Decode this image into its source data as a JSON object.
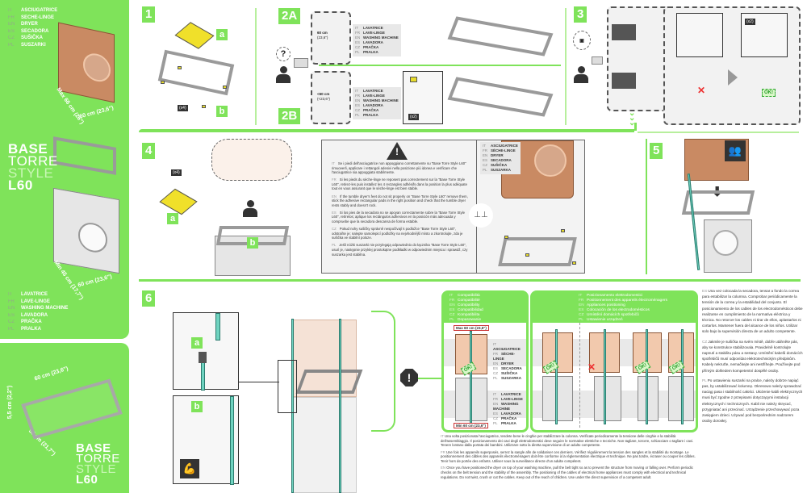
{
  "left_panel": {
    "dryer_labels": [
      {
        "code": "IT",
        "label": "ASCIUGATRICE"
      },
      {
        "code": "FR",
        "label": "SECHE-LINGE"
      },
      {
        "code": "EN",
        "label": "DRYER"
      },
      {
        "code": "ES",
        "label": "SECADORA"
      },
      {
        "code": "CZ",
        "label": "SUŠIČKA"
      },
      {
        "code": "PL",
        "label": "SUSZARKI"
      }
    ],
    "dryer_depth": "Max 66 cm (26\")",
    "dryer_width": "60 cm (23,6\")",
    "base_title": [
      "BASE",
      "TORRE",
      "STYLE",
      "L60"
    ],
    "washer_depth": "Min 45 cm (17,7\")",
    "washer_width": "60 cm (23,6\")",
    "washer_labels": [
      {
        "code": "IT",
        "label": "LAVATRICE"
      },
      {
        "code": "FR",
        "label": "LAVE-LINGE"
      },
      {
        "code": "EN",
        "label": "WASHING MACHINE"
      },
      {
        "code": "ES",
        "label": "LAVADORA"
      },
      {
        "code": "CZ",
        "label": "PRAČKA"
      },
      {
        "code": "PL",
        "label": "PRALKA"
      }
    ]
  },
  "base_panel": {
    "width": "60 cm (23,6\")",
    "height": "5,5 cm (2,2\")",
    "depth": "55 cm (21,7\")",
    "title": [
      "BASE",
      "TORRE",
      "STYLE",
      "L60"
    ]
  },
  "steps": {
    "s1": {
      "num": "1",
      "letters": [
        "a",
        "b"
      ],
      "qty": "(x4)"
    },
    "s2a": {
      "num": "2A",
      "width": "60 cm",
      "width_in": "(23,6\")"
    },
    "s2b": {
      "num": "2B",
      "width": "<60 cm",
      "width_in": "(<23,6\")",
      "qty": "(x2)"
    },
    "s3": {
      "num": "3",
      "qty": "(x2)",
      "ok": "OK!"
    },
    "s4": {
      "num": "4",
      "qty": "(x4)",
      "letters": [
        "a",
        "b"
      ]
    },
    "s5": {
      "num": "5"
    },
    "s6": {
      "num": "6",
      "letters": [
        "a",
        "b"
      ]
    }
  },
  "washer_labels_small": [
    {
      "code": "IT",
      "label": "LAVATRICE"
    },
    {
      "code": "FR",
      "label": "LAVE-LINGE"
    },
    {
      "code": "EN",
      "label": "WASHING MACHINE"
    },
    {
      "code": "ES",
      "label": "LAVADORA"
    },
    {
      "code": "CZ",
      "label": "PRAČKA"
    },
    {
      "code": "PL",
      "label": "PRALKA"
    }
  ],
  "dryer_labels_small": [
    {
      "code": "IT",
      "label": "ASCIUGATRICE"
    },
    {
      "code": "FR",
      "label": "SÈCHE-LINGE"
    },
    {
      "code": "EN",
      "label": "DRYER"
    },
    {
      "code": "ES",
      "label": "SECADORA"
    },
    {
      "code": "CZ",
      "label": "SUŠIČKA"
    },
    {
      "code": "PL",
      "label": "SUSZARKA"
    }
  ],
  "warning": {
    "paragraphs": [
      {
        "code": "IT",
        "text": "Se i piedi dell'asciugatrice non appoggiano correttamente su \"Base Torre Style L60\" rimuoverli, applicare i rettangoli adesivi nella posizione più idonea e verificare che l'asciugatrice sia appoggiata stabilmente."
      },
      {
        "code": "FR",
        "text": "Si les pieds du sèche-linge ne reposent pas correctement sur la \"Base Torre Style L60\", retirez-les puis installez les 4 rectangles adhésifs dans la position la plus adéquate tout en vous assurant que le sèche-linge est bien stable."
      },
      {
        "code": "EN",
        "text": "If the tumble dryer's feet do not sit properly on \"Base Torre Style L60\" remove them, stick the adhesive rectangular pads in the right position and check that the tumble dryer rests stably and doesn't rock."
      },
      {
        "code": "ES",
        "text": "Si los pies de la secadora no se apoyan correctamente sobre la \"Base Torre Style L60\", retírelos; aplique los rectángulos adhesivos en la posición más adecuada y compruebe que la secadora descansa de forma estable."
      },
      {
        "code": "CZ",
        "text": "Pokud nohy sušičky správně nespočívají k podložce \"Base Torre Style L60\", odstraňte je; nalepte samolepicí podložky na nejvhodnější místo a zkontrolujte, zda je sušička ve stabilní poloze."
      },
      {
        "code": "PL",
        "text": "Jeśli nóżki suszarki nie przylegają odpowiednio do łącznika \"Base Torre Style L60\", usuń je, następnie przyklej prostokątne podkładki w odpowiednim miejscu i sprawdź, czy suszarka jest stabilna."
      }
    ]
  },
  "compatibility": {
    "labels": [
      {
        "code": "IT",
        "label": "Compatibilità"
      },
      {
        "code": "FR",
        "label": "Compatibilité"
      },
      {
        "code": "EN",
        "label": "Compatibility"
      },
      {
        "code": "ES",
        "label": "Compatibilidad"
      },
      {
        "code": "CZ",
        "label": "Kompatibilita"
      },
      {
        "code": "PL",
        "label": "Dopasowanie"
      }
    ],
    "max_width": "Max 60 cm (23,6\")",
    "min_width": "Min 60 cm (23,6\")",
    "ok": "OK!"
  },
  "placement": {
    "labels": [
      {
        "code": "IT",
        "label": "Posizionamento elettrodomestici"
      },
      {
        "code": "FR",
        "label": "Positionnement des appareils électroménagers"
      },
      {
        "code": "EN",
        "label": "Appliances positioning"
      },
      {
        "code": "ES",
        "label": "Colocación de los electrodomésticos"
      },
      {
        "code": "CZ",
        "label": "Umístění domácích spotřebičů"
      },
      {
        "code": "PL",
        "label": "Ustawienie urządzeń"
      }
    ],
    "ok": "OK!"
  },
  "bottom_text": [
    {
      "code": "IT",
      "text": "Una volta posizionata l'asciugatrice, tendete bene le cinghie per stabilizzare la colonna. Verificate periodicamente la tensione delle cinghie e la stabilità dell'assemblaggio. Il posizionamento dei cavi degli elettrodomestici deve seguire le normative elettriche e tecniche. Non tagliare, torcere, schiacciare o tagliare i cavi. Tenere lontano dalla portata dei bambini. Utilizzare sotto la diretta supervisione di un adulto competente."
    },
    {
      "code": "FR",
      "text": "Une fois les appareils superposés, serrez la sangle afin de solidariser ces derniers. Vérifiez régulièrement la tension des sangles et la stabilité du montage. Le positionnement des câbles des appareils électroménagers doit être conforme à la réglementation électrique et technique. Ne pas tordre, écraser ou couper les câbles. Tenir hors de portée des enfants. Utiliser sous la surveillance directe d'un adulte compétent."
    },
    {
      "code": "EN",
      "text": "Once you have positioned the dryer on top of your washing machine, pull the belt tight so as to prevent the structure from moving or falling over. Perform periodic checks on the belt tension and the stability of the assembly. The positioning of the cables of electrical home appliances must comply with electrical and technical regulations. Do not twist, crush or cut the cables. Keep out of the reach of children. Use under the direct supervision of a competent adult."
    }
  ],
  "right_text": [
    {
      "code": "ES",
      "text": "Una vez colocada la secadora, tensar a fondo la correa para estabilizar la columna. Comprobar periódicamente la tensión de la correa y la estabilidad del conjunto. El posicionamiento de los cables de los electrodomésticos debe realizarse en cumplimiento de la normativa eléctrica y técnica. No retorcer los cables ni tirar de ellos, aplastarlos ni cortarlos. Mantener fuera del alcance de los niños. Utilizar solo bajo la supervisión directa de un adulto competente."
    },
    {
      "code": "CZ",
      "text": "Jakmile je sušička na svém místě, dobře utáhněte pás, aby se konstrukce stabilizovala. Pravidelně kontrolujte napnutí a stabilitu pásu a sestavy. Umístění kabelů domácích spotřebičů musí odpovídat elektrotechnickým předpisům. Kabely nekruťte, nemačkejte ani nestříhejte. Používejte pod přímým dohledem kompetentní dospělé osoby."
    },
    {
      "code": "PL",
      "text": "Po ustawieniu suszarki na pralce, należy dobrze napiąć pas, by ustabilizować kolumnę. Okresowo należy sprawdzać naciąg pasa i stabilność całości. Ułożenie kabli elektrycznych musi być zgodne z przepisami dotyczącymi instalacji elektrycznych i technicznych. Kabli nie należy skręcać, przygniatać ani przecinać. Urządzenie przechowywać poza zasięgiem dzieci. Używać pod bezpośrednim nadzorem osoby dorosłej."
    }
  ],
  "colors": {
    "brand_green": "#7fe35a",
    "belt_teal": "#6fd3c0",
    "pad_yellow": "#e8dc2c",
    "dryer_copper": "#c98a63"
  }
}
